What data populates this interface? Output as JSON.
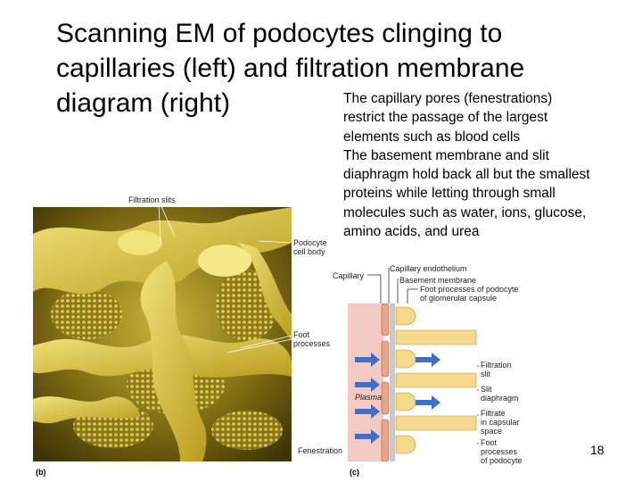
{
  "slide": {
    "title_lines": [
      "Scanning EM of podocytes clinging to",
      "capillaries (left) and filtration membrane",
      "diagram (right)"
    ],
    "description_lines": [
      "The capillary pores (fenestrations)",
      "restrict the passage of the largest",
      "elements such as blood cells",
      "The basement membrane and slit",
      "diaphragm hold back all but the smallest",
      "proteins while letting through small",
      "molecules such as water, ions, glucose,",
      "amino acids, and urea"
    ],
    "slide_number": "18"
  },
  "micrograph": {
    "panel_letter": "(b)",
    "labels": {
      "filtration_slits": "Filtration slits",
      "podocyte_cell_body_1": "Podocyte",
      "podocyte_cell_body_2": "cell body",
      "foot_processes_1": "Foot",
      "foot_processes_2": "processes"
    }
  },
  "diagram": {
    "panel_letter": "(c)",
    "labels": {
      "capillary": "Capillary",
      "capillary_endothelium": "Capillary endothelium",
      "basement_membrane": "Basement membrane",
      "foot_processes_podocyte_1": "Foot processes of podocyte",
      "foot_processes_podocyte_2": "of glomerular capsule",
      "plasma": "Plasma",
      "filtration_slit_1": "Filtration",
      "filtration_slit_2": "slit",
      "slit_diaphragm_1": "Slit",
      "slit_diaphragm_2": "diaphragm",
      "filtrate_1": "Filtrate",
      "filtrate_2": "in capsular",
      "filtrate_3": "space",
      "foot_processes_1": "Foot",
      "foot_processes_2": "processes",
      "foot_processes_3": "of podocyte",
      "fenestration": "Fenestration"
    },
    "colors": {
      "plasma": "#f3c9c4",
      "podocyte": "#f5d98a",
      "arrow": "#3f6fc6"
    }
  }
}
